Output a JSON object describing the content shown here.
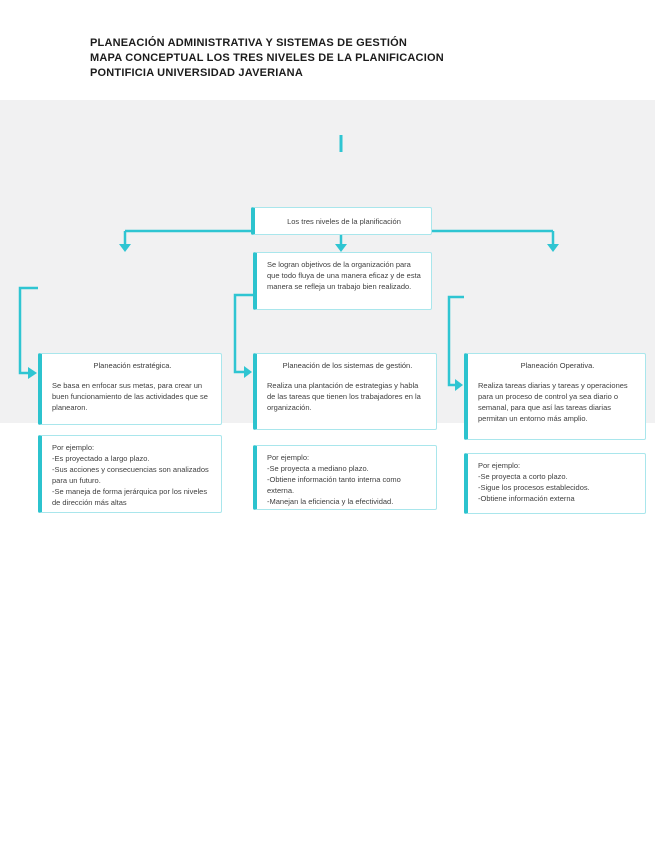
{
  "header": {
    "line1": "PLANEACIÓN ADMINISTRATIVA Y SISTEMAS DE GESTIÓN",
    "line2": "MAPA CONCEPTUAL LOS TRES NIVELES DE LA PLANIFICACION",
    "line3": "PONTIFICIA UNIVERSIDAD JAVERIANA"
  },
  "diagram": {
    "colors": {
      "accent": "#2cc3ce",
      "box_border": "#a9e6ec",
      "connector": "#2fc5d2",
      "band_background": "#f1f1f2",
      "box_background": "#ffffff",
      "text": "#3f3f3f"
    },
    "root": {
      "title": "Los tres niveles de la planificación"
    },
    "intro": {
      "text": "Se logran objetivos de la organización para que todo fluya de una manera eficaz y de esta manera se refleja un trabajo bien realizado."
    },
    "branches": [
      {
        "title": "Planeación estratégica.",
        "body": "Se basa en enfocar sus metas, para crear un buen funcionamiento de las actividades que se planearon.",
        "example": "Por ejemplo:\n-Es proyectado a largo plazo.\n-Sus acciones y consecuencias son analizados para un futuro.\n-Se maneja de forma jerárquica por los niveles de dirección más altas"
      },
      {
        "title": "Planeación de los sistemas de gestión.",
        "body": "Realiza una plantación de estrategias y habla de las tareas que tienen los trabajadores en la organización.",
        "example": "Por ejemplo:\n-Se proyecta a mediano plazo.\n-Obtiene información tanto interna como externa.\n-Manejan la eficiencia y la efectividad."
      },
      {
        "title": "Planeación Operativa.",
        "body": "Realiza tareas diarias y tareas y operaciones para un proceso de control ya sea diario o semanal, para que así las tareas diarias permitan un entorno más amplio.",
        "example": "Por ejemplo:\n-Se proyecta a corto plazo.\n-Sigue los procesos establecidos.\n-Obtiene información externa"
      }
    ]
  }
}
